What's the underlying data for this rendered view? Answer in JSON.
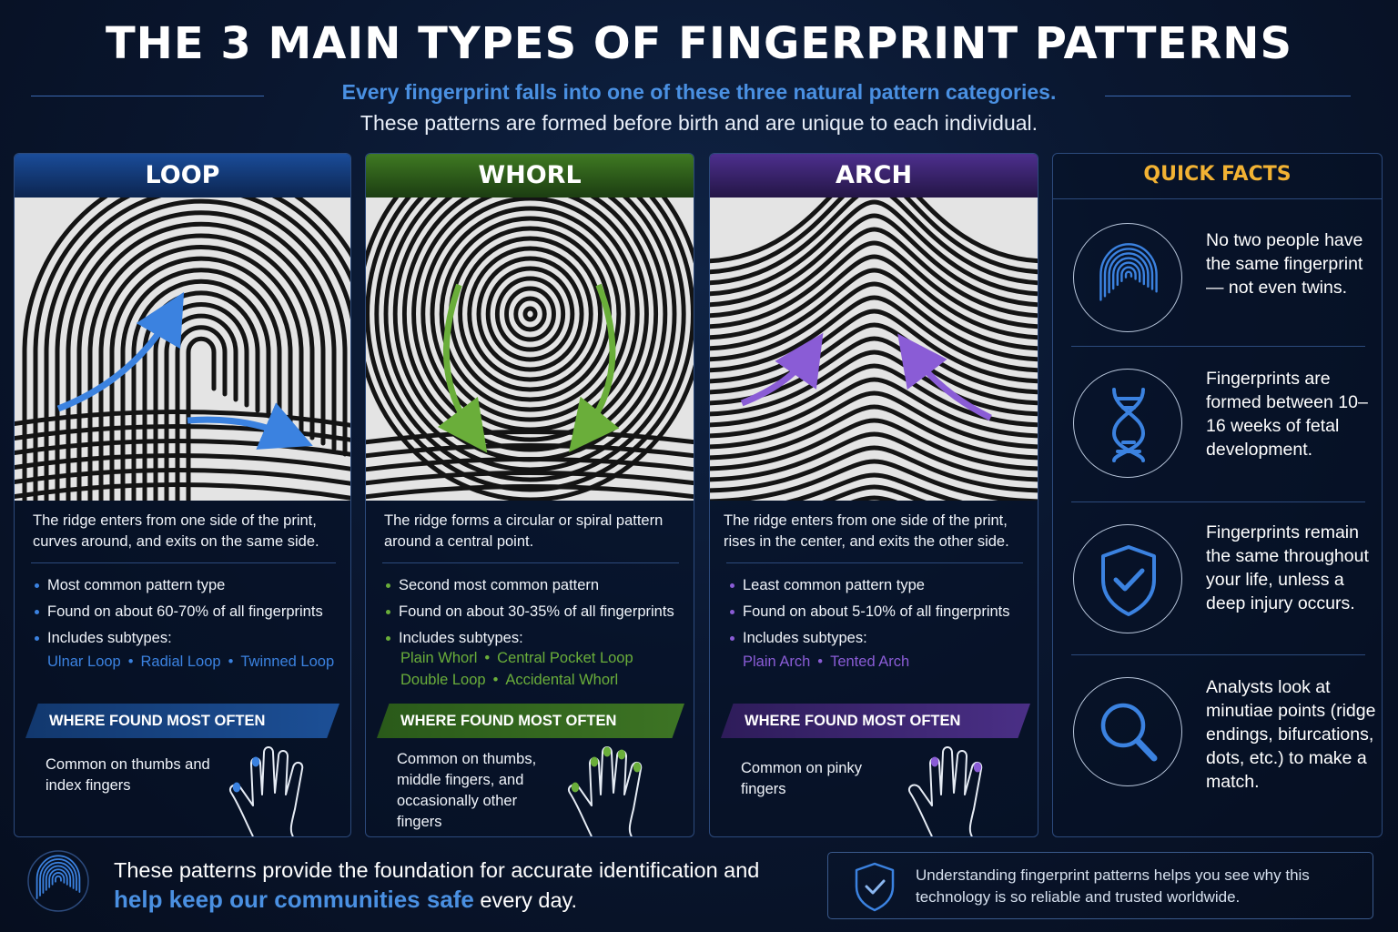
{
  "header": {
    "title": "THE 3 MAIN TYPES OF FINGERPRINT PATTERNS",
    "subtitle": "Every fingerprint falls into one of these three natural pattern categories.",
    "subtitle2": "These patterns are formed before birth and are unique to each individual."
  },
  "colors": {
    "loop": "#3b82e0",
    "whorl": "#6aae3a",
    "arch": "#8a5cd6",
    "facts_title": "#f2b233",
    "highlight": "#4a90e2"
  },
  "patterns": [
    {
      "id": "loop",
      "title": "LOOP",
      "description": "The ridge enters from one side of the print, curves around, and exits on the same side.",
      "bullets": [
        "Most common pattern type",
        "Found on about 60-70% of all fingerprints",
        "Includes subtypes:"
      ],
      "subtypes": [
        [
          "Ulnar Loop",
          "Radial Loop",
          "Twinned Loop"
        ]
      ],
      "where_title": "WHERE FOUND MOST OFTEN",
      "where_text": "Common on thumbs and index fingers",
      "highlight_fingers": [
        0,
        1
      ]
    },
    {
      "id": "whorl",
      "title": "WHORL",
      "description": "The ridge forms a circular or spiral pattern around a central point.",
      "bullets": [
        "Second most common pattern",
        "Found on about 30-35% of all fingerprints",
        "Includes subtypes:"
      ],
      "subtypes": [
        [
          "Plain Whorl",
          "Central Pocket Loop"
        ],
        [
          "Double Loop",
          "Accidental Whorl"
        ]
      ],
      "where_title": "WHERE FOUND MOST OFTEN",
      "where_text": "Common on thumbs, middle fingers, and occasionally other fingers",
      "highlight_fingers": [
        0,
        1,
        2,
        3,
        4
      ]
    },
    {
      "id": "arch",
      "title": "ARCH",
      "description": "The ridge enters from one side of the print, rises in the center, and exits the other side.",
      "bullets": [
        "Least common pattern type",
        "Found on about 5-10% of all fingerprints",
        "Includes subtypes:"
      ],
      "subtypes": [
        [
          "Plain Arch",
          "Tented Arch"
        ]
      ],
      "where_title": "WHERE FOUND MOST OFTEN",
      "where_text": "Common on pinky fingers",
      "highlight_fingers": [
        1,
        4
      ]
    }
  ],
  "quick_facts": {
    "title": "QUICK FACTS",
    "items": [
      {
        "icon": "fingerprint-icon",
        "text": "No two people have the same fingerprint— not even twins."
      },
      {
        "icon": "dna-icon",
        "text": "Fingerprints are formed between 10–16 weeks of fetal development."
      },
      {
        "icon": "shield-check-icon",
        "text": "Fingerprints remain the same throughout your life, unless a deep injury occurs."
      },
      {
        "icon": "magnifier-icon",
        "text": "Analysts look at minutiae points (ridge endings, bifurcations, dots, etc.) to make a match."
      }
    ]
  },
  "footer": {
    "text_before": "These patterns provide the foundation for accurate identification and ",
    "highlight": "help keep our communities safe",
    "text_after": " every day.",
    "box_text": "Understanding fingerprint patterns helps you see why this technology is so reliable and trusted worldwide."
  }
}
